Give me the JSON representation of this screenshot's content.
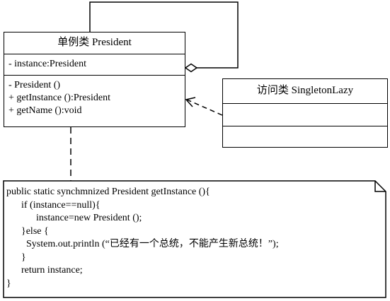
{
  "president_class": {
    "title": "单例类 President",
    "attributes": [
      "- instance:President"
    ],
    "operations": [
      "- President ()",
      "+ getInstance ():President",
      "+ getName ():void"
    ]
  },
  "access_class": {
    "title": "访问类 SingletonLazy"
  },
  "code_note": {
    "lines": [
      "public static synchmnized President getInstance (){",
      "      if (instance==null){",
      "            instance=new President ();",
      "      }else {",
      "        System.out.println (“已经有一个总统，不能产生新总统！”);",
      "      }",
      "      return instance;",
      "}"
    ]
  }
}
